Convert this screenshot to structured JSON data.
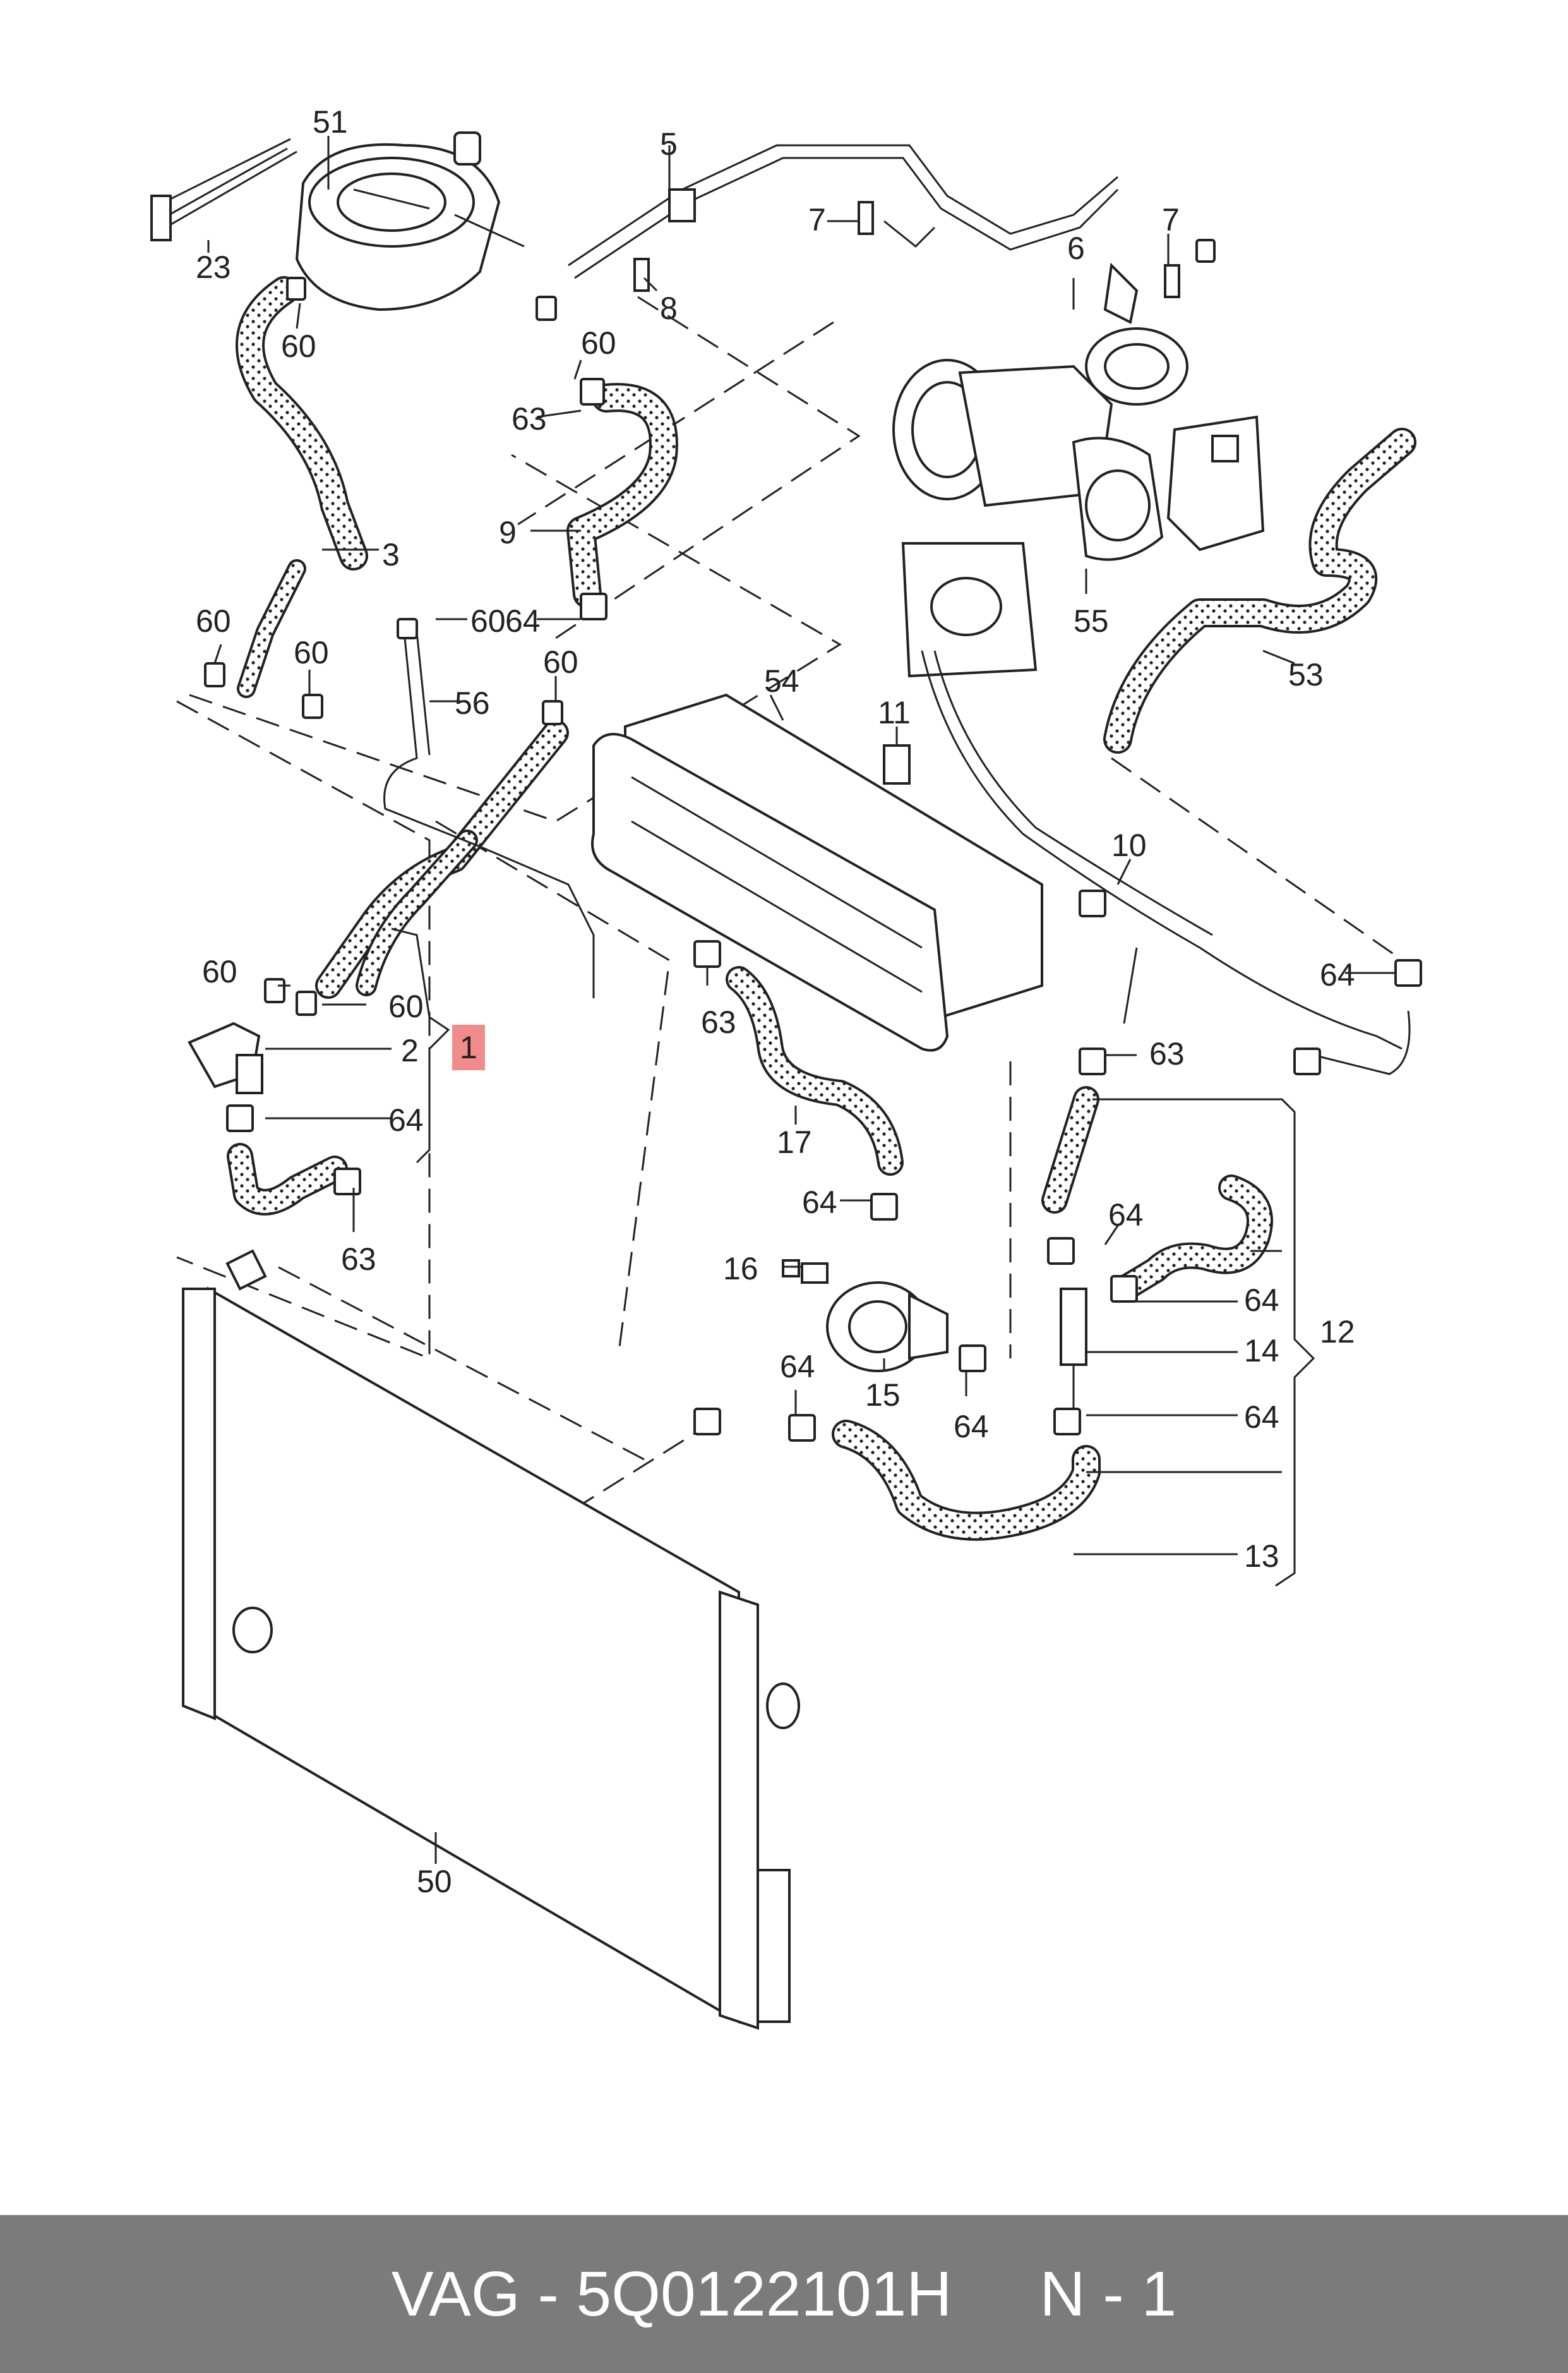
{
  "callouts": {
    "c51": "51",
    "c23": "23",
    "c60a": "60",
    "c5": "5",
    "c7a": "7",
    "c7b": "7",
    "c6": "6",
    "c8": "8",
    "c60b": "60",
    "c63a": "63",
    "c3": "3",
    "c9": "9",
    "c55": "55",
    "c60c": "60",
    "c60d": "60",
    "c64a": "64",
    "c60e": "60",
    "c56": "56",
    "c60f": "60",
    "c53": "53",
    "c54": "54",
    "c11": "11",
    "c10": "10",
    "c60g": "60",
    "c60h": "60",
    "c2": "2",
    "c1": "1",
    "c64b": "64",
    "c63b": "63",
    "c63c": "63",
    "c64c": "64",
    "c63d": "63",
    "c17": "17",
    "c64d": "64",
    "c16": "16",
    "c15": "15",
    "c64e": "64",
    "c64f": "64",
    "c64g": "64",
    "c14": "14",
    "c12": "12",
    "c64h": "64",
    "c64i": "64",
    "c13": "13",
    "c50": "50"
  },
  "highlight_color": "#f28b8b",
  "footer": {
    "brand": "VAG",
    "sep": " - ",
    "part_number": "5Q0122101H",
    "gap": "     ",
    "page": "N - 1"
  }
}
